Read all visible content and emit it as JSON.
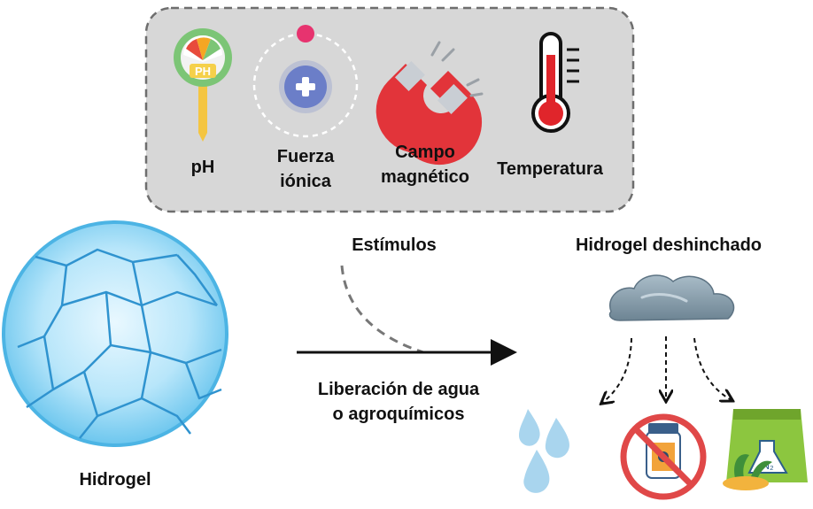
{
  "stimuli_box": {
    "items": [
      {
        "icon": "ph-meter-icon",
        "label": "pH"
      },
      {
        "icon": "ion-icon",
        "label": "Fuerza iónica"
      },
      {
        "icon": "magnet-icon",
        "label": "Campo magnético"
      },
      {
        "icon": "thermometer-icon",
        "label": "Temperatura"
      }
    ],
    "label_lines": {
      "ph": "pH",
      "fuerza_1": "Fuerza",
      "fuerza_2": "iónica",
      "campo_1": "Campo",
      "campo_2": "magnético",
      "temperatura": "Temperatura"
    }
  },
  "stimuli_label": "Estímulos",
  "hydrogel_label": "Hidrogel",
  "deswollen_label": "Hidrogel deshinchado",
  "release_label_1": "Liberación de agua",
  "release_label_2": "o agroquímicos",
  "outputs": [
    {
      "icon": "water-drops-icon"
    },
    {
      "icon": "no-pesticide-icon"
    },
    {
      "icon": "fertilizer-bag-icon"
    }
  ],
  "colors": {
    "box_fill": "#d7d7d7",
    "box_border": "#6e6e6e",
    "hydrogel_blue": "#7fd0f2",
    "magnet_red": "#e2343a",
    "thermo_red": "#e0252b",
    "no_sign_red": "#e04848",
    "fertilizer_green": "#8cc63f"
  }
}
